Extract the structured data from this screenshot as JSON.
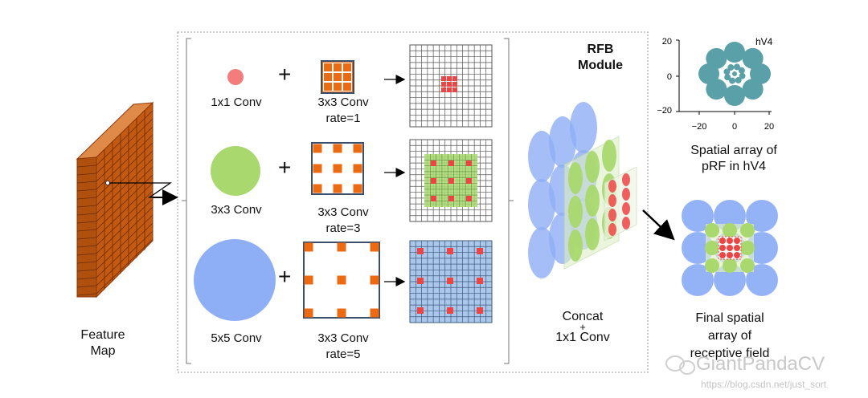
{
  "labels": {
    "feature_map": [
      "Feature",
      "Map"
    ],
    "conv1x1": "1x1 Conv",
    "conv3x3_branch": "3x3 Conv",
    "conv5x5": "5x5 Conv",
    "dil1": [
      "3x3 Conv",
      "rate=1"
    ],
    "dil3": [
      "3x3 Conv",
      "rate=3"
    ],
    "dil5": [
      "3x3 Conv",
      "rate=5"
    ],
    "module": [
      "RFB",
      "Module"
    ],
    "concat": [
      "Concat",
      "+",
      "1x1 Conv"
    ],
    "spatial": [
      "Spatial array of",
      "pRF in hV4"
    ],
    "final": [
      "Final spatial",
      "array of",
      "receptive field"
    ],
    "plus": "+"
  },
  "hv4_plot": {
    "title": "hV4",
    "x_ticks": [
      "−20",
      "0",
      "20"
    ],
    "y_ticks": [
      "20",
      "0",
      "−20"
    ]
  },
  "watermark": {
    "brand": "GiantPandaCV",
    "url": "https://blog.csdn.net/just_sort"
  },
  "colors": {
    "feature_map": "#c45a12",
    "pink": "#f47c7c",
    "green": "#a9d86e",
    "blue": "#8eaef5",
    "orange": "#ec6a12",
    "teal": "#5aa0a8",
    "red_dot": "#ee4444"
  }
}
